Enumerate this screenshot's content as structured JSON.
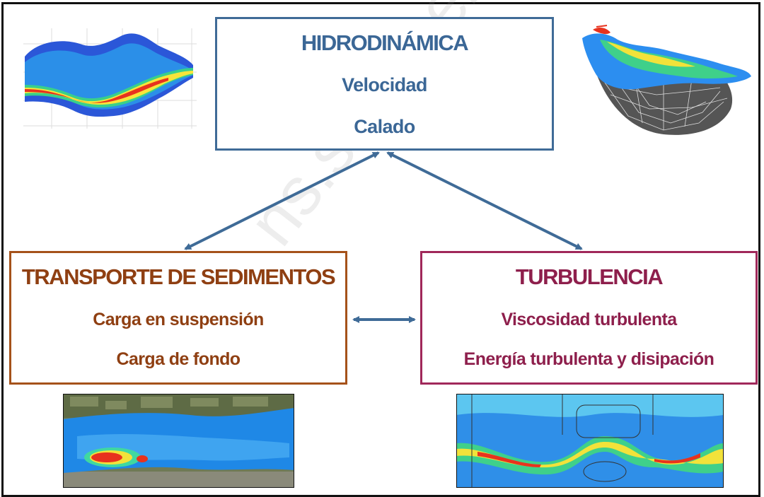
{
  "hydrodynamics": {
    "title": "HIDRODINÁMICA",
    "lines": [
      "Velocidad",
      "Calado"
    ]
  },
  "sediment_transport": {
    "title": "TRANSPORTE DE SEDIMENTOS",
    "lines": [
      "Carga en suspensión",
      "Carga de fondo"
    ]
  },
  "turbulence": {
    "title": "TURBULENCIA",
    "lines": [
      "Viscosidad turbulenta",
      "Energía turbulenta y disipación"
    ]
  },
  "connections": [
    {
      "from": "hydrodynamics",
      "to": "sediment_transport",
      "direction": "both"
    },
    {
      "from": "hydrodynamics",
      "to": "turbulence",
      "direction": "both"
    },
    {
      "from": "sediment_transport",
      "to": "turbulence",
      "direction": "both"
    }
  ],
  "watermark": "ns.sanchez@upc.edu",
  "colors": {
    "hydrodynamics": "#3b6796",
    "sediment_transport": "#8f3f12",
    "turbulence": "#8e1f4c",
    "arrow": "#3f6b97"
  }
}
